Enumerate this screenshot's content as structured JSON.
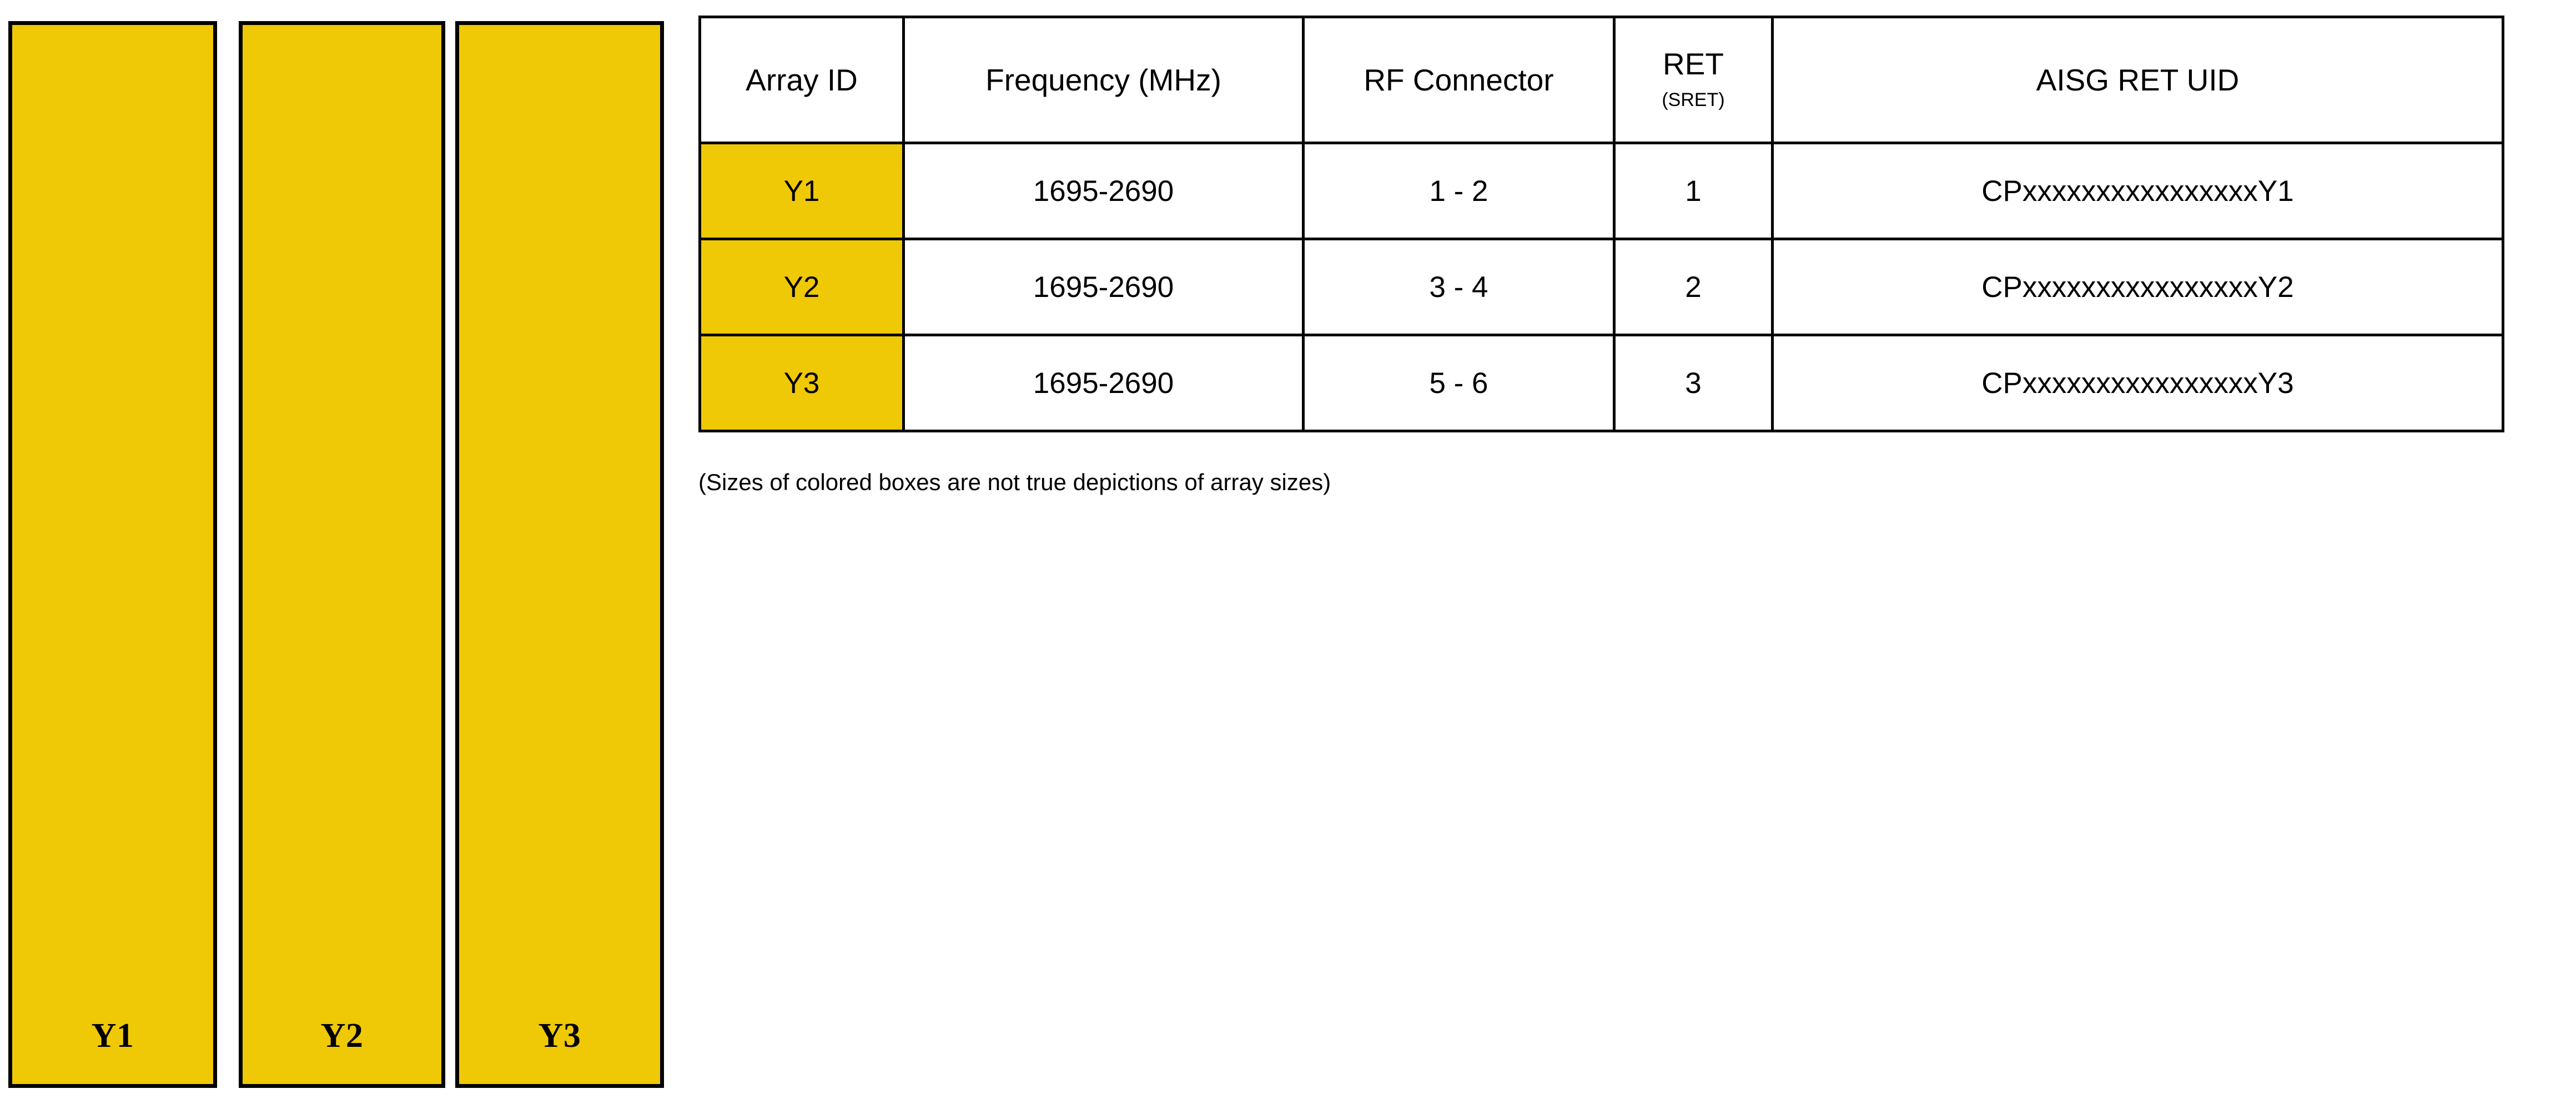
{
  "diagram": {
    "arrays": [
      {
        "id": "Y1",
        "color": "#EFC806"
      },
      {
        "id": "Y2",
        "color": "#EFC806"
      },
      {
        "id": "Y3",
        "color": "#EFC806"
      }
    ],
    "caption": "(Sizes of colored boxes are not true depictions of array sizes)"
  },
  "table": {
    "headers": {
      "array_id": "Array ID",
      "frequency": "Frequency (MHz)",
      "rf_connector": "RF Connector",
      "ret_main": "RET",
      "ret_sub": "(SRET)",
      "aisg_ret_uid": "AISG RET UID"
    },
    "rows": [
      {
        "array_id": "Y1",
        "frequency": "1695-2690",
        "rf_connector": "1 - 2",
        "ret": "1",
        "aisg_ret_uid": "CPxxxxxxxxxxxxxxxxY1"
      },
      {
        "array_id": "Y2",
        "frequency": "1695-2690",
        "rf_connector": "3 - 4",
        "ret": "2",
        "aisg_ret_uid": "CPxxxxxxxxxxxxxxxxY2"
      },
      {
        "array_id": "Y3",
        "frequency": "1695-2690",
        "rf_connector": "5 - 6",
        "ret": "3",
        "aisg_ret_uid": "CPxxxxxxxxxxxxxxxxY3"
      }
    ]
  },
  "colors": {
    "array_fill": "#EFC806",
    "border": "#000000",
    "background": "#FFFFFF",
    "text": "#000000"
  }
}
